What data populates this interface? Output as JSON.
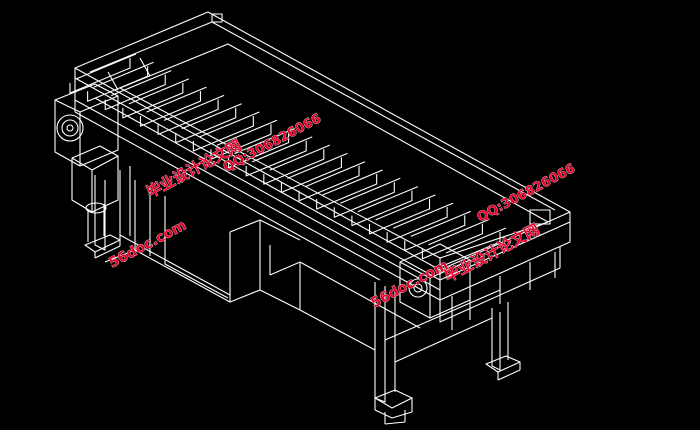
{
  "drawing": {
    "background": "#000000",
    "line_color": "#ffffff",
    "subject": "conveyor-machine-isometric-wireframe",
    "rollers_visible": 22
  },
  "watermarks": {
    "color": "#e8002a",
    "items": [
      {
        "text": "毕业设计论文网"
      },
      {
        "text": "QQ:306826066"
      },
      {
        "text": "56doc.com"
      },
      {
        "text": "QQ:306826066"
      },
      {
        "text": "56doc.com"
      },
      {
        "text": "毕业设计论文网"
      }
    ]
  }
}
